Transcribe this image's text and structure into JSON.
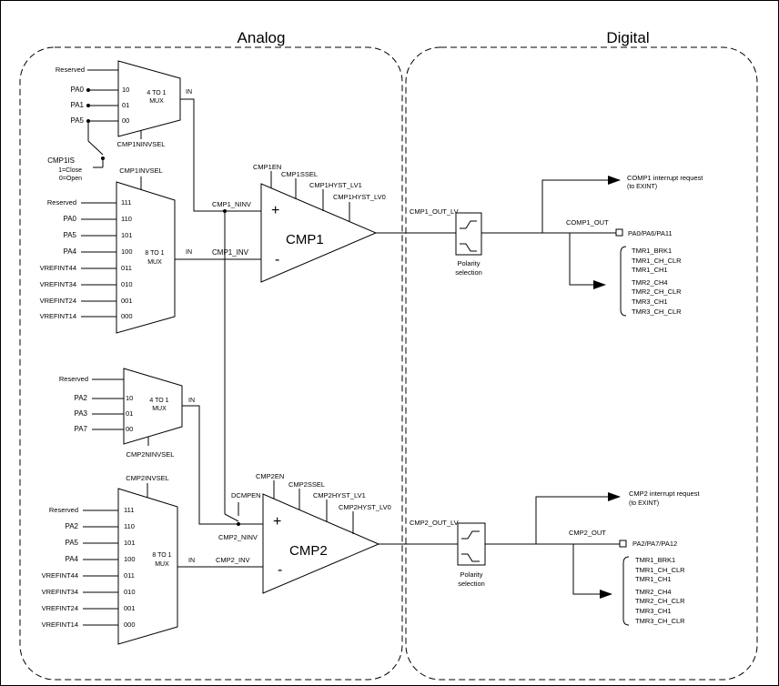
{
  "sections": {
    "analog": "Analog",
    "digital": "Digital"
  },
  "cmp1": {
    "name": "CMP1",
    "plus": "+",
    "minus": "-",
    "mux4": {
      "title_a": "4 TO 1",
      "title_b": "MUX",
      "in_label": "IN",
      "sel": "CMP1NINVSEL",
      "inputs": [
        {
          "pin": "Reserved",
          "code": ""
        },
        {
          "pin": "PA0",
          "code": "10"
        },
        {
          "pin": "PA1",
          "code": "01"
        },
        {
          "pin": "PA5",
          "code": "00"
        }
      ]
    },
    "switch": {
      "name": "CMP1IS",
      "close": "1=Close",
      "open": "0=Open"
    },
    "mux8": {
      "title_a": "8 TO 1",
      "title_b": "MUX",
      "in_label": "IN",
      "sel": "CMP1INVSEL",
      "inputs": [
        {
          "pin": "Reserved",
          "code": "111"
        },
        {
          "pin": "PA0",
          "code": "110"
        },
        {
          "pin": "PA5",
          "code": "101"
        },
        {
          "pin": "PA4",
          "code": "100"
        },
        {
          "pin": "VREFINT44",
          "code": "011"
        },
        {
          "pin": "VREFINT34",
          "code": "010"
        },
        {
          "pin": "VREFINT24",
          "code": "001"
        },
        {
          "pin": "VREFINT14",
          "code": "000"
        }
      ]
    },
    "ninv": "CMP1_NINV",
    "inv": "CMP1_INV",
    "ctrl": [
      "CMP1EN",
      "CMP1SSEL",
      "CMP1HYST_LV1",
      "CMP1HYST_LV0"
    ],
    "out_lv": "CMP1_OUT_LV",
    "polarity": [
      "Polarity",
      "selection"
    ],
    "interrupt": [
      "COMP1 interrupt request",
      "(to EXINT)"
    ],
    "out": "COMP1_OUT",
    "pins": "PA0/PA6/PA11",
    "timers": [
      "TMR1_BRK1",
      "TMR1_CH_CLR",
      "TMR1_CH1",
      "TMR2_CH4",
      "TMR2_CH_CLR",
      "TMR3_CH1",
      "TMR3_CH_CLR"
    ]
  },
  "cmp2": {
    "name": "CMP2",
    "plus": "+",
    "minus": "-",
    "mux4": {
      "title_a": "4 TO 1",
      "title_b": "MUX",
      "in_label": "IN",
      "sel": "CMP2NINVSEL",
      "inputs": [
        {
          "pin": "Reserved",
          "code": ""
        },
        {
          "pin": "PA2",
          "code": "10"
        },
        {
          "pin": "PA3",
          "code": "01"
        },
        {
          "pin": "PA7",
          "code": "00"
        }
      ]
    },
    "mux8": {
      "title_a": "8 TO 1",
      "title_b": "MUX",
      "in_label": "IN",
      "sel": "CMP2INVSEL",
      "inputs": [
        {
          "pin": "Reserved",
          "code": "111"
        },
        {
          "pin": "PA2",
          "code": "110"
        },
        {
          "pin": "PA5",
          "code": "101"
        },
        {
          "pin": "PA4",
          "code": "100"
        },
        {
          "pin": "VREFINT44",
          "code": "011"
        },
        {
          "pin": "VREFINT34",
          "code": "010"
        },
        {
          "pin": "VREFINT24",
          "code": "001"
        },
        {
          "pin": "VREFINT14",
          "code": "000"
        }
      ]
    },
    "dcmpen": "DCMPEN",
    "ninv": "CMP2_NINV",
    "inv": "CMP2_INV",
    "ctrl": [
      "CMP2EN",
      "CMP2SSEL",
      "CMP2HYST_LV1",
      "CMP2HYST_LV0"
    ],
    "out_lv": "CMP2_OUT_LV",
    "polarity": [
      "Polarity",
      "selection"
    ],
    "interrupt": [
      "CMP2 interrupt request",
      "(to EXINT)"
    ],
    "out": "CMP2_OUT",
    "pins": "PA2/PA7/PA12",
    "timers": [
      "TMR1_BRK1",
      "TMR1_CH_CLR",
      "TMR1_CH1",
      "TMR2_CH4",
      "TMR2_CH_CLR",
      "TMR3_CH1",
      "TMR3_CH_CLR"
    ]
  }
}
